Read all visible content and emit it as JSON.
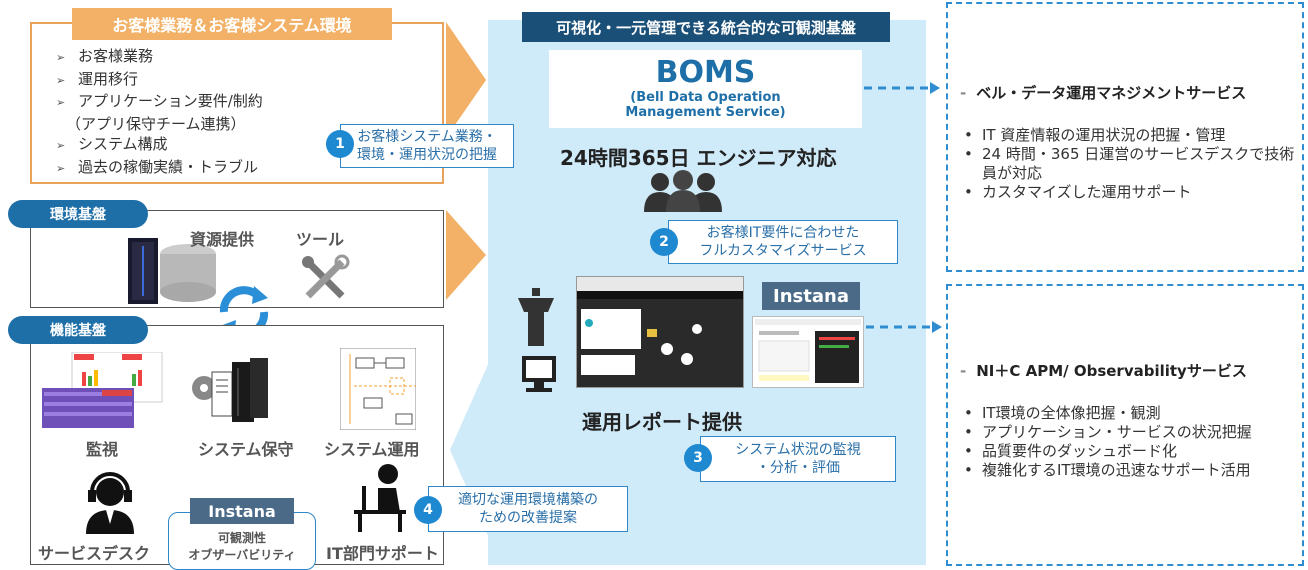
{
  "customer": {
    "title": "お客様業務＆お客様システム環境",
    "items": [
      "お客様業務",
      "運用移行",
      "アプリケーション要件/制約",
      "（アプリ保守チーム連携）",
      "システム構成",
      "過去の稼働実績・トラブル"
    ]
  },
  "env": {
    "title": "環境基盤",
    "resource_label": "資源提供",
    "tool_label": "ツール"
  },
  "func": {
    "title": "機能基盤",
    "monitor_label": "監視",
    "maint_label": "システム保守",
    "ops_label": "システム運用",
    "servicedesk_label": "サービスデスク",
    "it_support_label": "IT部門サポート",
    "instana_label": "Instana",
    "observability_line1": "可観測性",
    "observability_line2": "オブザーバビリティ"
  },
  "center": {
    "title": "可視化・一元管理できる統合的な可観測基盤",
    "boms_name": "BOMS",
    "boms_sub1": "(Bell Data Operation",
    "boms_sub2": "Management Service)",
    "engineer_text": "24時間365日 エンジニア対応",
    "report_text": "運用レポート提供",
    "instana_label": "Instana"
  },
  "callouts": [
    {
      "num": "1",
      "line1": "お客様システム業務・",
      "line2": "環境・運用状況の把握"
    },
    {
      "num": "2",
      "line1": "お客様IT要件に合わせた",
      "line2": "フルカスタマイズサービス"
    },
    {
      "num": "3",
      "line1": "システム状況の監視",
      "line2": "・分析・評価"
    },
    {
      "num": "4",
      "line1": "適切な運用環境構築の",
      "line2": "ための改善提案"
    }
  ],
  "services": [
    {
      "title": "ベル・データ運用マネジメントサービス",
      "items": [
        "IT 資産情報の運用状況の把握・管理",
        "24 時間・365 日運営のサービスデスクで技術員が対応",
        "カスタマイズした運用サポート"
      ]
    },
    {
      "title": "NI＋C APM/ Observabilityサービス",
      "items": [
        "IT環境の全体像把握・観測",
        "アプリケーション・サービスの状況把握",
        "品質要件のダッシュボード化",
        "複雑化するIT環境の迅速なサポート活用"
      ]
    }
  ],
  "colors": {
    "orange": "#e8a25a",
    "navy": "#1a4f78",
    "blue": "#1e6fa8",
    "light_blue": "#cfeaf8",
    "accent": "#1e88d0"
  }
}
